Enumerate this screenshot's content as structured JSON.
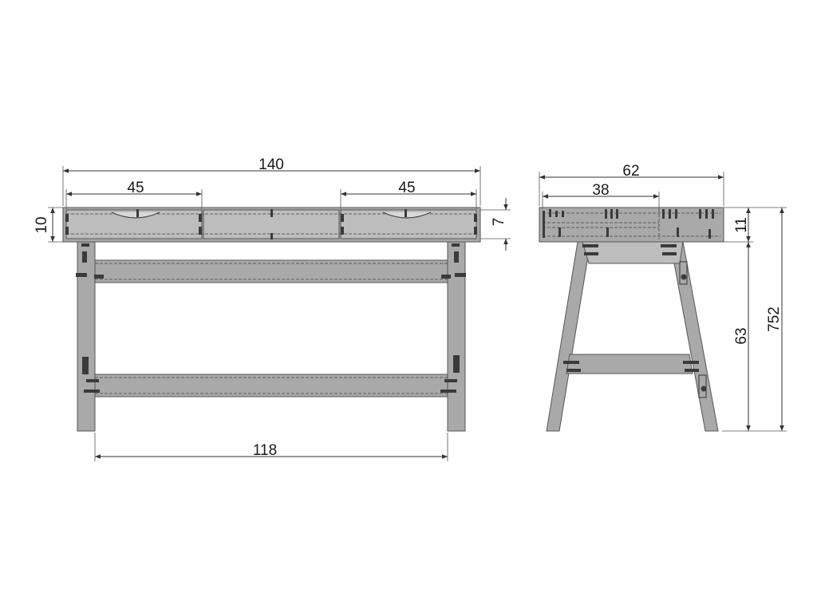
{
  "front_view": {
    "overall_width": "140",
    "drawer_left_width": "45",
    "drawer_right_width": "45",
    "top_thickness": "10",
    "drawer_height": "7",
    "leg_span": "118"
  },
  "side_view": {
    "overall_depth": "62",
    "drawer_depth": "38",
    "top_thickness": "11",
    "leg_height": "63",
    "overall_height": "752"
  }
}
